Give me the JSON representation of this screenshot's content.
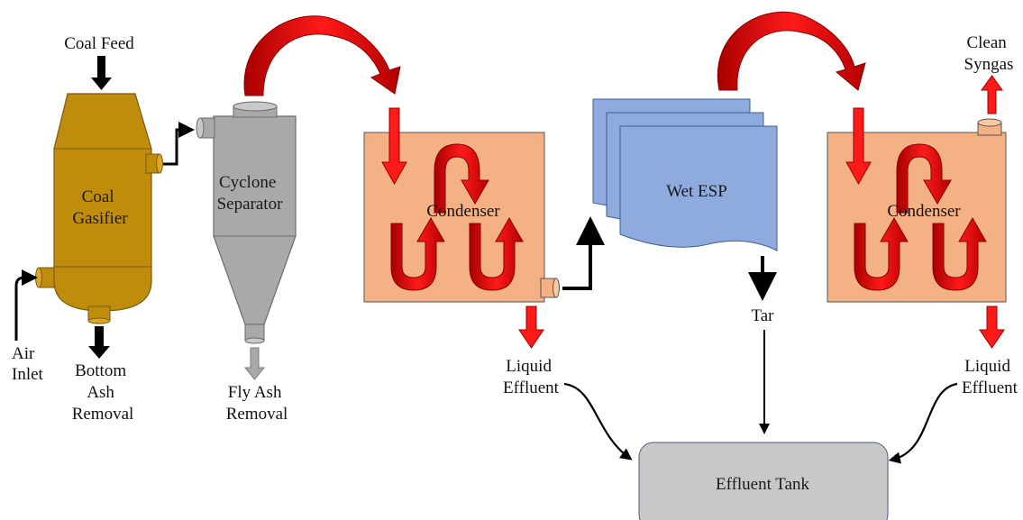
{
  "labels": {
    "coal_feed": "Coal Feed",
    "coal_gasifier": [
      "Coal",
      "Gasifier"
    ],
    "air_inlet": [
      "Air",
      "Inlet"
    ],
    "bottom_ash": [
      "Bottom",
      "Ash",
      "Removal"
    ],
    "cyclone": [
      "Cyclone",
      "Separator"
    ],
    "fly_ash": [
      "Fly Ash",
      "Removal"
    ],
    "condenser_1": "Condenser",
    "condenser_2": "Condenser",
    "liquid_effluent_1": [
      "Liquid",
      "Effluent"
    ],
    "liquid_effluent_2": [
      "Liquid",
      "Effluent"
    ],
    "wet_esp": "Wet ESP",
    "tar": "Tar",
    "clean_syngas": [
      "Clean",
      "Syngas"
    ],
    "effluent_tank": "Effluent Tank"
  },
  "colors": {
    "gasifier": "#c08c0c",
    "cyclone": "#a9a9a9",
    "condenser": "#f4b183",
    "esp": "#8faadc",
    "tank": "#c8c8c8",
    "flow_arrow": "#e50000",
    "line": "#000000"
  }
}
